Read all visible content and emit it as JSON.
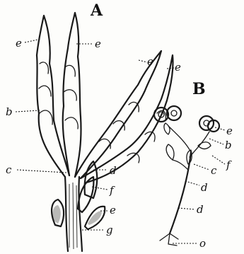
{
  "figure_labels": {
    "A": "A",
    "B": "B"
  },
  "labels": {
    "a1": "e",
    "a2": "e",
    "a3": "e",
    "a4": "e",
    "b": "b",
    "c": "c",
    "d": "d",
    "f": "f",
    "e_low": "e",
    "g": "g",
    "b_e": "e",
    "b_b": "b",
    "b_f": "f",
    "b_c": "c",
    "b_d1": "d",
    "b_d2": "d",
    "b_o": "o"
  }
}
